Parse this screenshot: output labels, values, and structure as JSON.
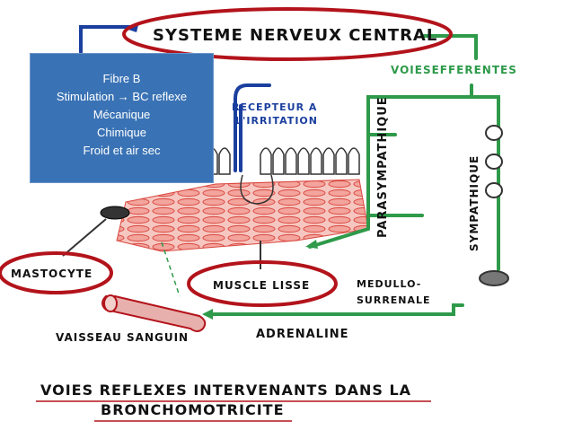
{
  "info_box": {
    "line1": "Fibre B",
    "line2": "Stimulation → BC reflexe",
    "line3": "Mécanique",
    "line4": "Chimique",
    "line5": "Froid et air sec"
  },
  "labels": {
    "snc": "SYSTEME NERVEUX CENTRAL",
    "voies_efferentes": "VOIESEFFERENTES",
    "recepteur_line1": "RECEPTEUR A",
    "recepteur_line2": "L'IRRITATION",
    "parasympathique": "PARASYMPATHIQUE",
    "sympathique": "SYMPATHIQUE",
    "mastocyte": "MASTOCYTE",
    "muscle_lisse": "MUSCLE LISSE",
    "medullo_line1": "MEDULLO-",
    "medullo_line2": "SURRENALE",
    "vaisseau": "VAISSEAU SANGUIN",
    "adrenaline": "ADRENALINE",
    "caption_line1": "VOIES REFLEXES INTERVENANTS DANS LA",
    "caption_line2": "BRONCHOMOTRICITE"
  },
  "colors": {
    "neuron_blue": "#1a3f9e",
    "efferent_green": "#2e9a4a",
    "highlight_red": "#b3131b",
    "muscle_red": "#e0504c",
    "box_blue": "#3a73b5"
  }
}
